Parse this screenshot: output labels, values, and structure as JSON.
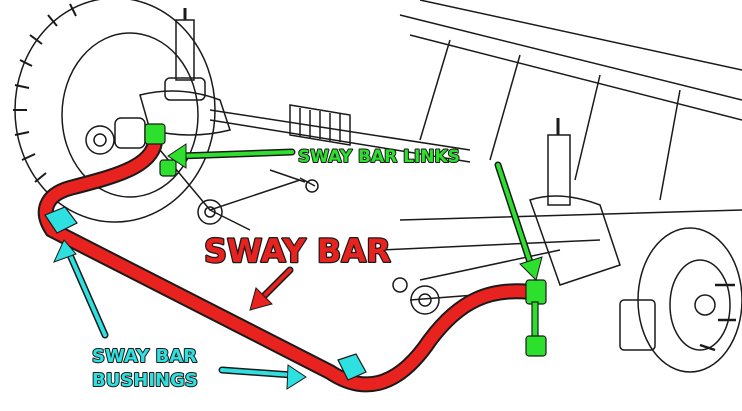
{
  "labels": {
    "links": "SWAY BAR LINKS",
    "bar": "SWAY BAR",
    "bushings_line1": "SWAY BAR",
    "bushings_line2": "BUSHINGS"
  },
  "colors": {
    "links": "#2ee02e",
    "bar": "#e8221f",
    "bushings": "#2fe0e0",
    "lineart": "#1a1a1a"
  }
}
